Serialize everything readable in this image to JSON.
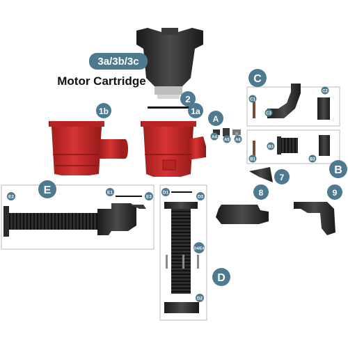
{
  "colors": {
    "badge": "#4e7a8f",
    "red_part": "#cc2a2a",
    "dark_part": "#2a2a2a",
    "frame": "#b8b8b8"
  },
  "motor": {
    "badge_label": "3a/3b/3c",
    "title": "Motor Cartridge"
  },
  "badges": {
    "b1a": "1a",
    "b1b": "1b",
    "b2": "2",
    "b7": "7",
    "b8": "8",
    "b9": "9",
    "A": "A",
    "B": "B",
    "C": "C",
    "D": "D",
    "E": "E"
  },
  "small_labels": {
    "A4": "A4",
    "A5": "A5",
    "A6": "A6",
    "B1": "B1",
    "B2": "B2",
    "B3": "B3",
    "C1": "C1",
    "C2": "C2",
    "C3": "C3",
    "D1": "D1",
    "D2": "D2",
    "D3": "D3",
    "D4E4": "D4/E4",
    "E1": "E1",
    "E2": "E2",
    "E3": "E3"
  }
}
